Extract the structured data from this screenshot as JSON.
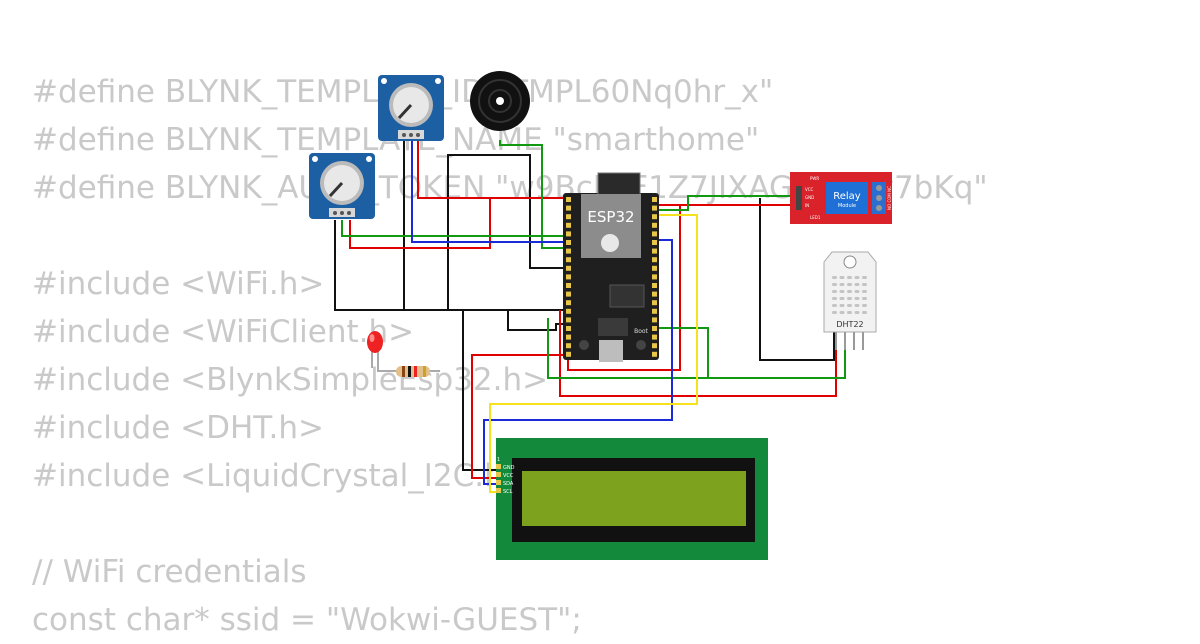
{
  "code_lines": [
    "#define BLYNK_TEMPLATE_ID \"TMPL60Nq0hr_x\"",
    "#define BLYNK_TEMPLATE_NAME \"smarthome\"",
    "#define BLYNK_AUTH_TOKEN \"w9BcFbF1Z7JIXAG4OYXy7bKq\"",
    "",
    "#include <WiFi.h>",
    "#include <WiFiClient.h>",
    "#include <BlynkSimpleEsp32.h>",
    "#include <DHT.h>",
    "#include <LiquidCrystal_I2C.h>",
    "",
    "// WiFi credentials",
    "const char* ssid = \"Wokwi-GUEST\";"
  ],
  "esp32": {
    "label": "ESP32",
    "boot_label": "Boot"
  },
  "relay": {
    "label": "Relay",
    "sublabel": "Module",
    "pins": [
      "PWR",
      "VCC",
      "GND",
      "IN",
      "LED1"
    ],
    "terminals": "NO COM NC"
  },
  "dht": {
    "label": "DHT22"
  },
  "lcd": {
    "pins": [
      "GND",
      "VCC",
      "SDA",
      "SCL"
    ],
    "pin1": "1"
  },
  "wire_colors": {
    "red": "#e00000",
    "black": "#111111",
    "green": "#119911",
    "blue": "#1a2ad6",
    "yellow": "#f5e21c"
  }
}
